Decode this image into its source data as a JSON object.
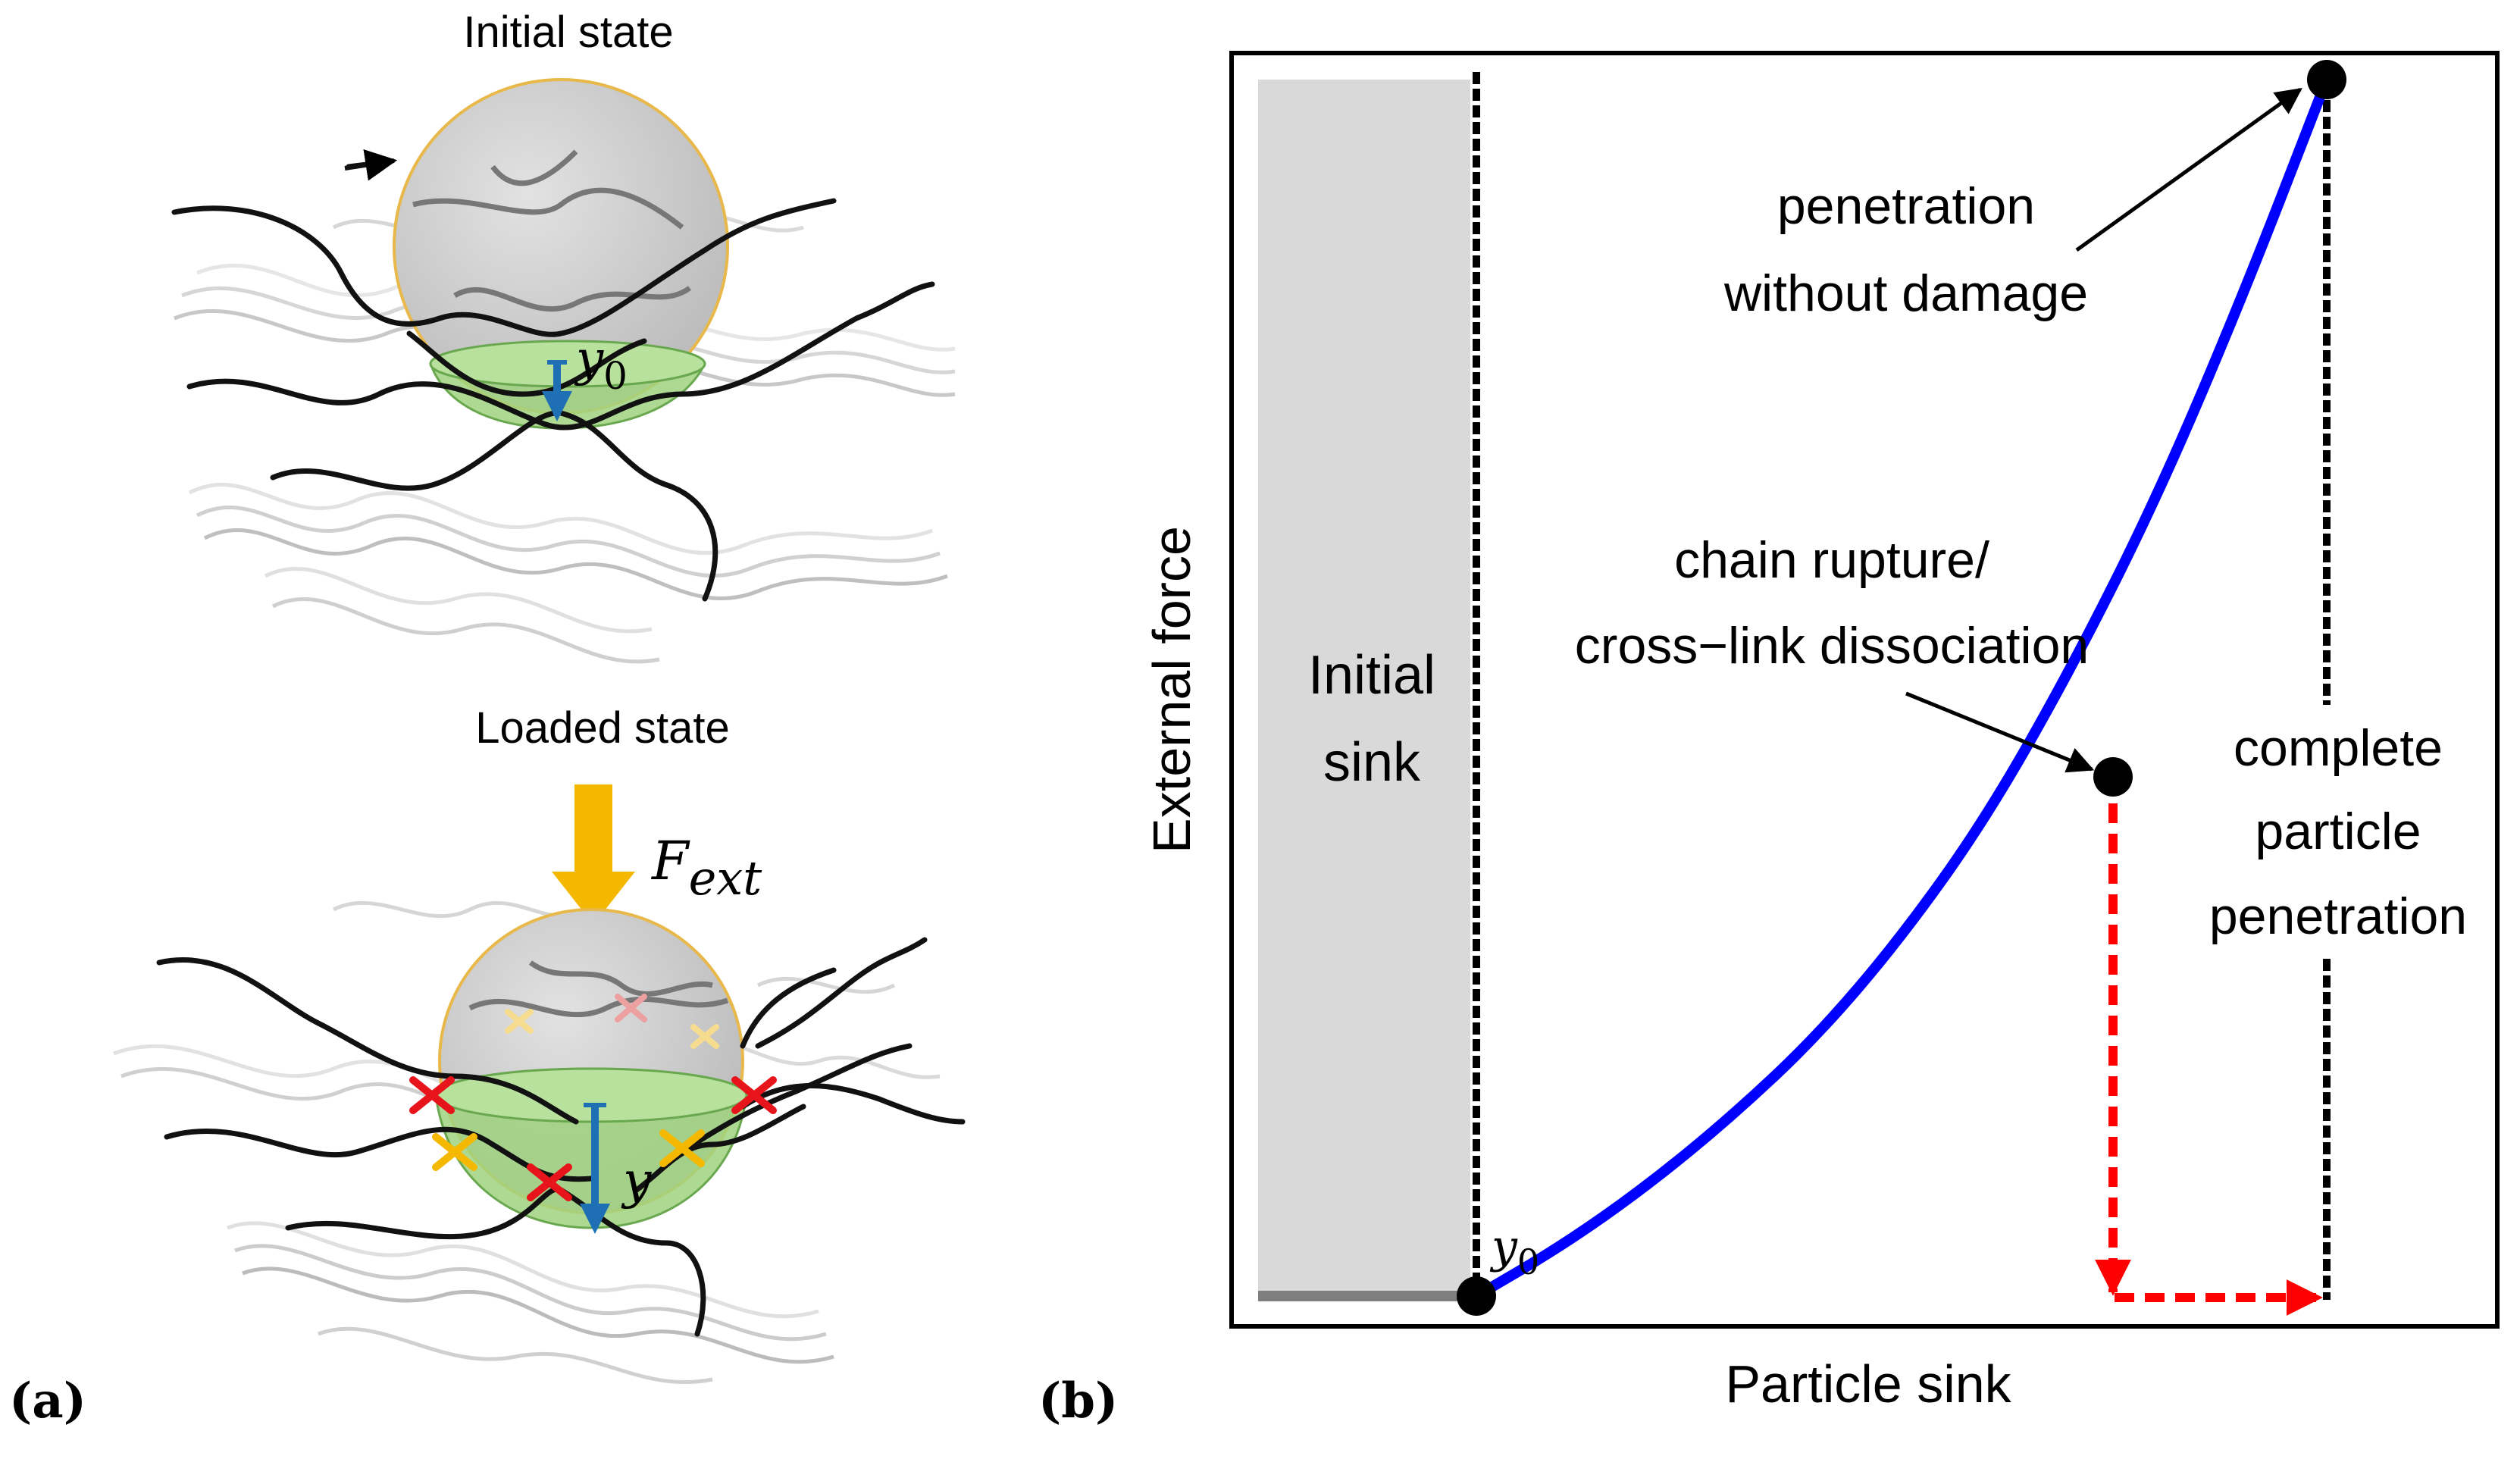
{
  "panel_a": {
    "panel_label": "(a)",
    "initial_state": {
      "title": "Initial state",
      "depth_label": "y",
      "depth_subscript": "0"
    },
    "loaded_state": {
      "title": "Loaded state",
      "force_label": "F",
      "force_subscript": "ext",
      "depth_label": "y"
    },
    "colors": {
      "particle": "#c8c8c8",
      "particle_edge": "#e8b84a",
      "cap": "#9fd27f",
      "arrow": "#1f6fb5",
      "force_arrow": "#f5b800",
      "rupture_mark": "#e8141b",
      "dissociation_mark": "#f5b800"
    }
  },
  "panel_b": {
    "panel_label": "(b)",
    "xlabel": "Particle sink",
    "ylabel": "External force",
    "initial_sink_label": [
      "Initial",
      "sink"
    ],
    "y0_label": "y",
    "y0_subscript": "0",
    "annotations": {
      "top": [
        "penetration",
        "without damage"
      ],
      "middle": [
        "chain rupture/",
        "cross−link dissociation"
      ],
      "right": [
        "complete",
        "particle",
        "penetration"
      ]
    },
    "colors": {
      "curve": "#0000ff",
      "drop_arrow": "#ff0000",
      "initial_region": "#d9d9d9"
    }
  },
  "chart_data": {
    "type": "line",
    "xlabel": "Particle sink",
    "ylabel": "External force",
    "x_axis_ticks": false,
    "y_axis_ticks": false,
    "series": [
      {
        "x": [
          0.0,
          0.1,
          0.2,
          0.3,
          0.4,
          0.5,
          0.6,
          0.7,
          0.8,
          0.9,
          1.0
        ],
        "y": [
          0.0,
          0.05,
          0.11,
          0.18,
          0.26,
          0.36,
          0.48,
          0.63,
          0.8,
          1.0,
          1.22
        ]
      }
    ],
    "markers": {
      "y0": 0.0
    }
  }
}
